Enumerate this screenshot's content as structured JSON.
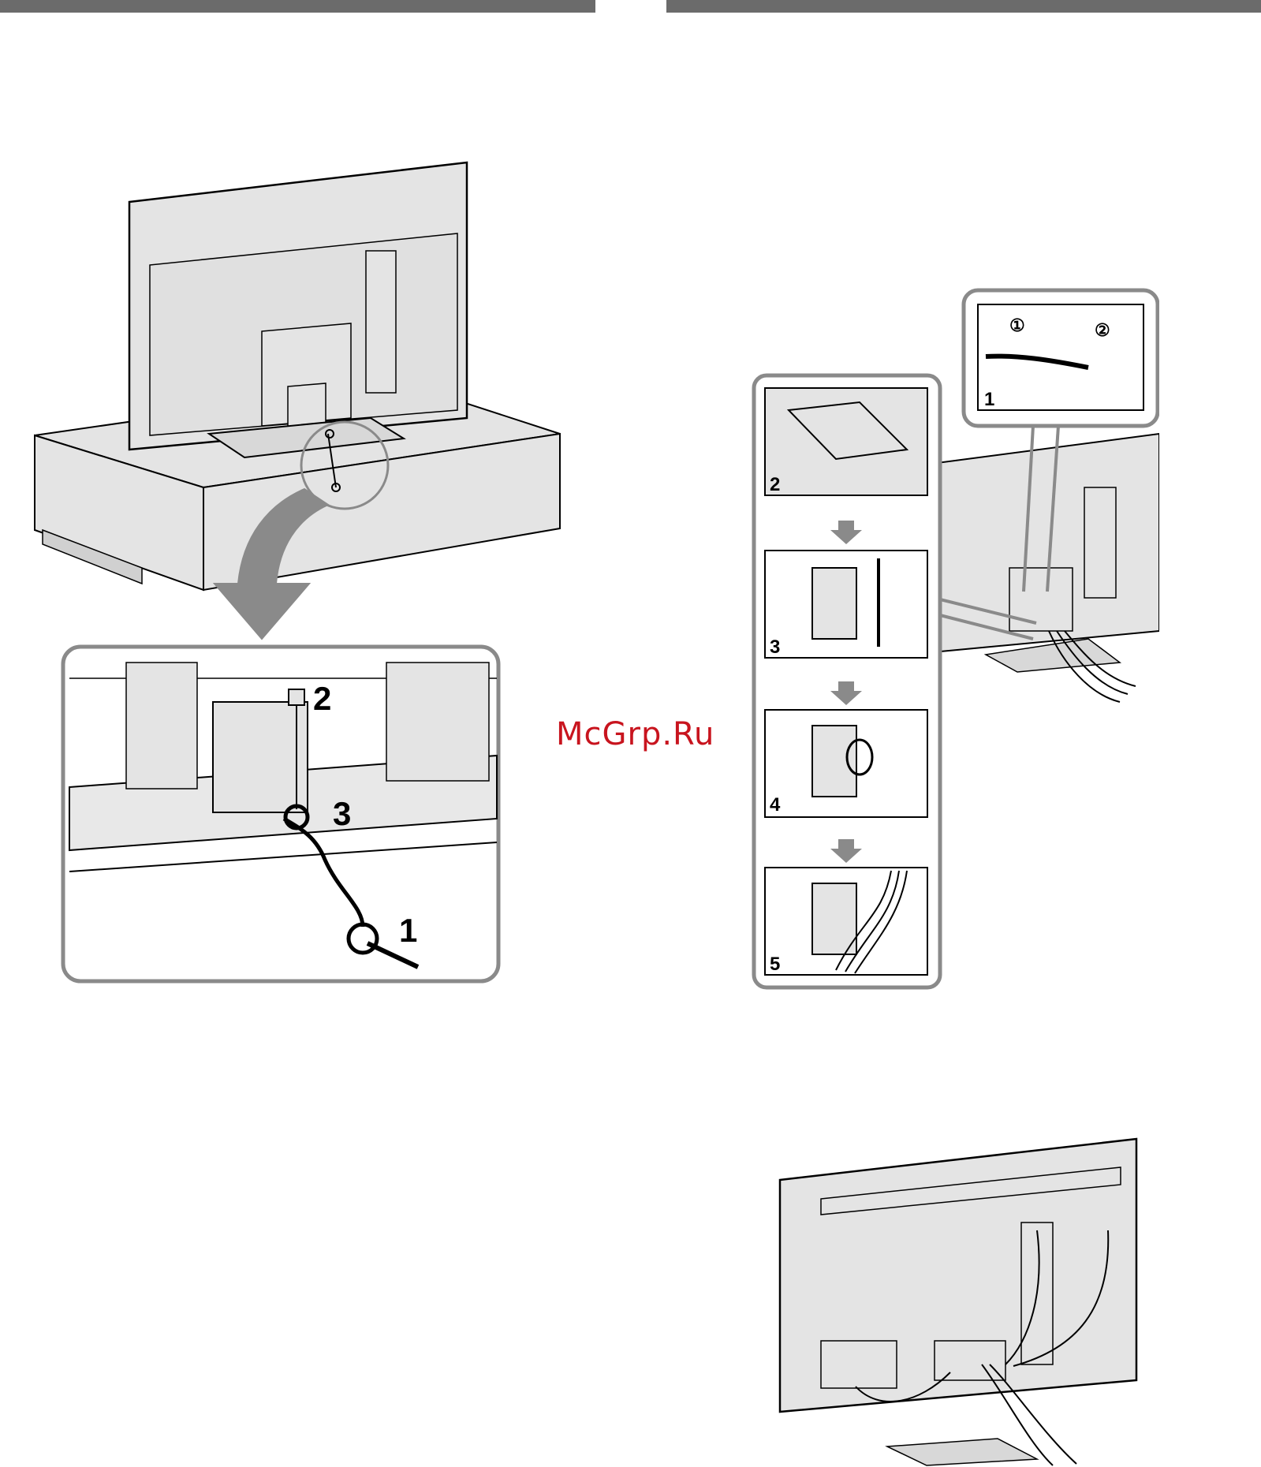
{
  "watermark": "McGrp.Ru",
  "figure_left": {
    "steps": [
      "1",
      "2",
      "3"
    ]
  },
  "figure_right": {
    "inset_step": "1",
    "inset_circled": [
      "①",
      "②"
    ],
    "panel_steps": [
      "2",
      "3",
      "4",
      "5"
    ]
  },
  "colors": {
    "bar": "#6b6b6b",
    "fill": "#e4e4e4",
    "frame": "#8a8a8a",
    "watermark": "#c8141e"
  }
}
